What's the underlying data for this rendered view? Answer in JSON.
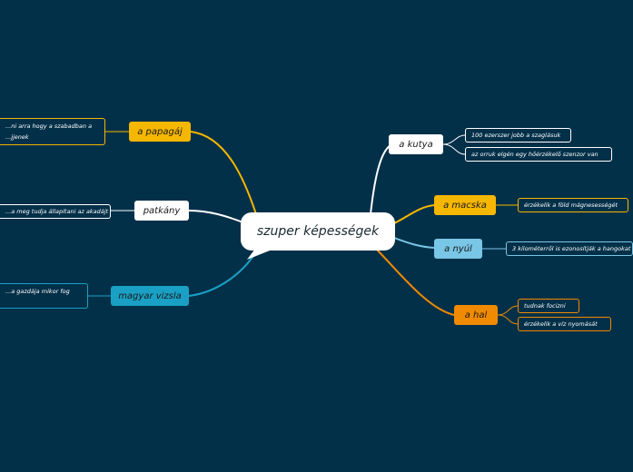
{
  "central": {
    "label": "szuper képességek"
  },
  "topics": {
    "kutya": {
      "label": "a kutya",
      "color": "#ffffff",
      "leaves": [
        "100 ezerszer jobb a szaglásuk",
        "az orruk elgén egy hőérzékelő szenzor van"
      ]
    },
    "macska": {
      "label": "a macska",
      "color": "#f6b700",
      "leaves": [
        "érzékelik a föld mágnesességét"
      ]
    },
    "nyul": {
      "label": "a nyúl",
      "color": "#79c6e6",
      "leaves": [
        "3 kilométerről is ezonosítják a hangokat"
      ]
    },
    "hal": {
      "label": "a hal",
      "color": "#f08a00",
      "leaves": [
        "tudnak focizni",
        "érzékelik a víz nyomását"
      ]
    },
    "papagaj": {
      "label": "a papagáj",
      "color": "#f6b700",
      "leaves": [
        "...ni arra hogy a szabadban a ...jjenek"
      ]
    },
    "patkany": {
      "label": "patkány",
      "color": "#ffffff",
      "leaves": [
        "...a meg tudja állapítani az akadájt"
      ]
    },
    "vizsla": {
      "label": "magyar vizsla",
      "color": "#1aa0c4",
      "leaves": [
        "...a gazdája mikor fog"
      ]
    }
  }
}
